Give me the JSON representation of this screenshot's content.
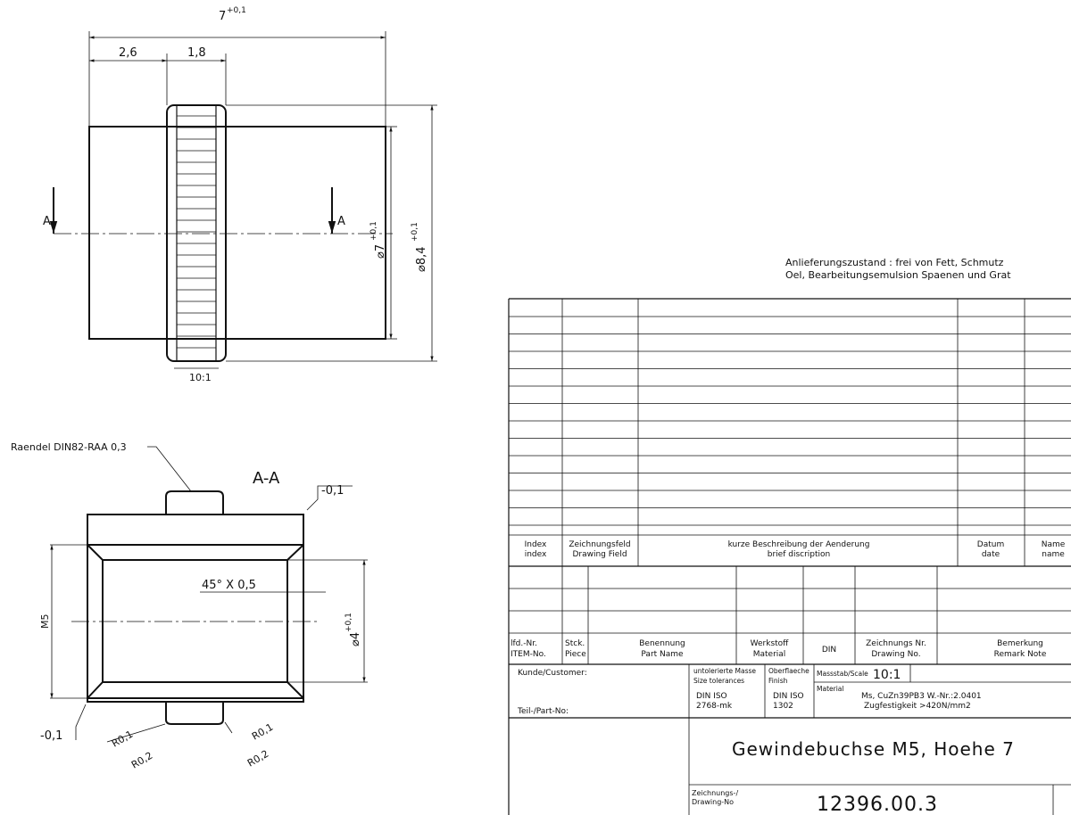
{
  "view_top": {
    "dim_length": "7",
    "dim_length_tol": "+0,1",
    "dim_a": "2,6",
    "dim_b": "1,8",
    "section_mark_left": "A",
    "section_mark_right": "A",
    "dim_d1": "⌀7",
    "dim_d1_tol": "+0,1",
    "dim_d2": "⌀8,4",
    "dim_d2_tol": "+0,1",
    "scale": "10:1"
  },
  "view_section": {
    "knurl_note": "Raendel DIN82-RAA 0,3",
    "title": "A-A",
    "flatness_left": "-0,1",
    "flatness_right": "-0,1",
    "chamfer": "45° X 0,5",
    "thread": "M5",
    "bore": "⌀4",
    "bore_tol": "+0,1",
    "r1a": "R0,1",
    "r2a": "R0,2",
    "r1b": "R0,1",
    "r2b": "R0,2"
  },
  "note": {
    "line1": "Anlieferungszustand : frei von Fett, Schmutz",
    "line2": "Oel, Bearbeitungsemulsion Spaenen und Grat"
  },
  "revision_header": {
    "index": "Index",
    "index_en": "index",
    "field": "Zeichnungsfeld",
    "field_en": "Drawing Field",
    "desc": "kurze Beschreibung der Aenderung",
    "desc_en": "brief discription",
    "date": "Datum",
    "date_en": "date",
    "name": "Name",
    "name_en": "name"
  },
  "parts_header": {
    "item": "lfd.-Nr.",
    "item_en": "ITEM-No.",
    "piece": "Stck.",
    "piece_en": "Piece",
    "part": "Benennung",
    "part_en": "Part Name",
    "material": "Werkstoff",
    "material_en": "Material",
    "din": "DIN",
    "drawing": "Zeichnungs Nr.",
    "drawing_en": "Drawing No.",
    "remark": "Bemerkung",
    "remark_en": "Remark Note"
  },
  "title_block": {
    "customer": "Kunde/Customer:",
    "part_no": "Teil-/Part-No:",
    "tol_label": "untolerierte Masse",
    "tol_label_en": "Size tolerances",
    "tol_value": "DIN ISO",
    "tol_value2": "2768-mk",
    "finish_label": "Oberflaeche",
    "finish_label_en": "Finish",
    "finish_value": "DIN ISO",
    "finish_value2": "1302",
    "scale_label": "Massstab/Scale",
    "scale": "10:1",
    "material_label": "Material",
    "material1": "Ms, CuZn39PB3 W.-Nr.:2.0401",
    "material2": "Zugfestigkeit >420N/mm2",
    "title": "Gewindebuchse M5, Hoehe 7",
    "drawing_no_label": "Zeichnungs-/",
    "drawing_no_label_en": "Drawing-No",
    "drawing_no": "12396.00.3"
  }
}
